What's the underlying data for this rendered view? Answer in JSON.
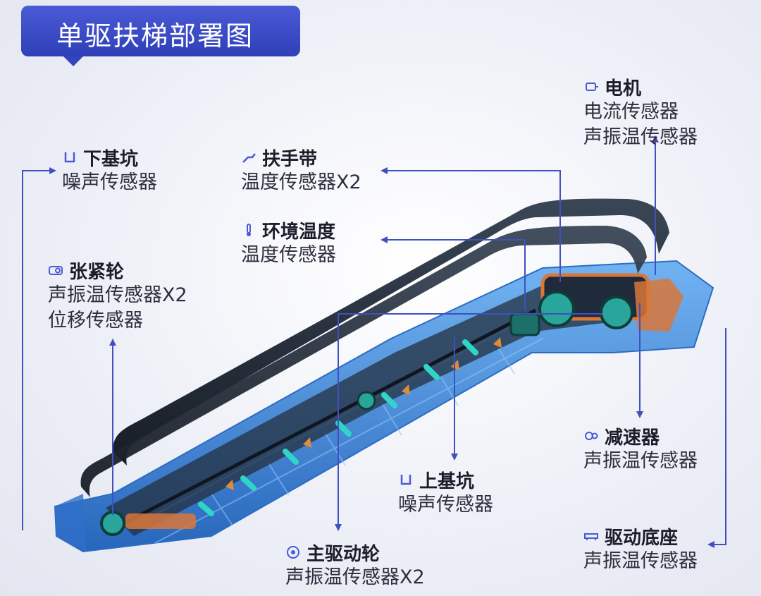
{
  "title": "单驱扶梯部署图",
  "labels": {
    "lower_pit": {
      "name": "下基坑",
      "lines": [
        "噪声传感器"
      ],
      "icon": "pit-icon"
    },
    "tension_wheel": {
      "name": "张紧轮",
      "lines": [
        "声振温传感器X2",
        "位移传感器"
      ],
      "icon": "wheel-icon"
    },
    "handrail": {
      "name": "扶手带",
      "lines": [
        "温度传感器X2"
      ],
      "icon": "handrail-icon"
    },
    "ambient_temp": {
      "name": "环境温度",
      "lines": [
        "温度传感器"
      ],
      "icon": "thermometer-icon"
    },
    "motor": {
      "name": "电机",
      "lines": [
        "电流传感器",
        "声振温传感器"
      ],
      "icon": "motor-icon"
    },
    "reducer": {
      "name": "减速器",
      "lines": [
        "声振温传感器"
      ],
      "icon": "gearbox-icon"
    },
    "upper_pit": {
      "name": "上基坑",
      "lines": [
        "噪声传感器"
      ],
      "icon": "pit-icon"
    },
    "drive_base": {
      "name": "驱动底座",
      "lines": [
        "声振温传感器"
      ],
      "icon": "base-icon"
    },
    "main_wheel": {
      "name": "主驱动轮",
      "lines": [
        "声振温传感器X2"
      ],
      "icon": "drive-wheel-icon"
    }
  },
  "colors": {
    "accent": "#3a4bc8",
    "leader": "#4050c0",
    "truss": "#3f86d8",
    "cyan": "#2fd6c8",
    "orange": "#d9773a",
    "dark": "#1f2a3a"
  }
}
